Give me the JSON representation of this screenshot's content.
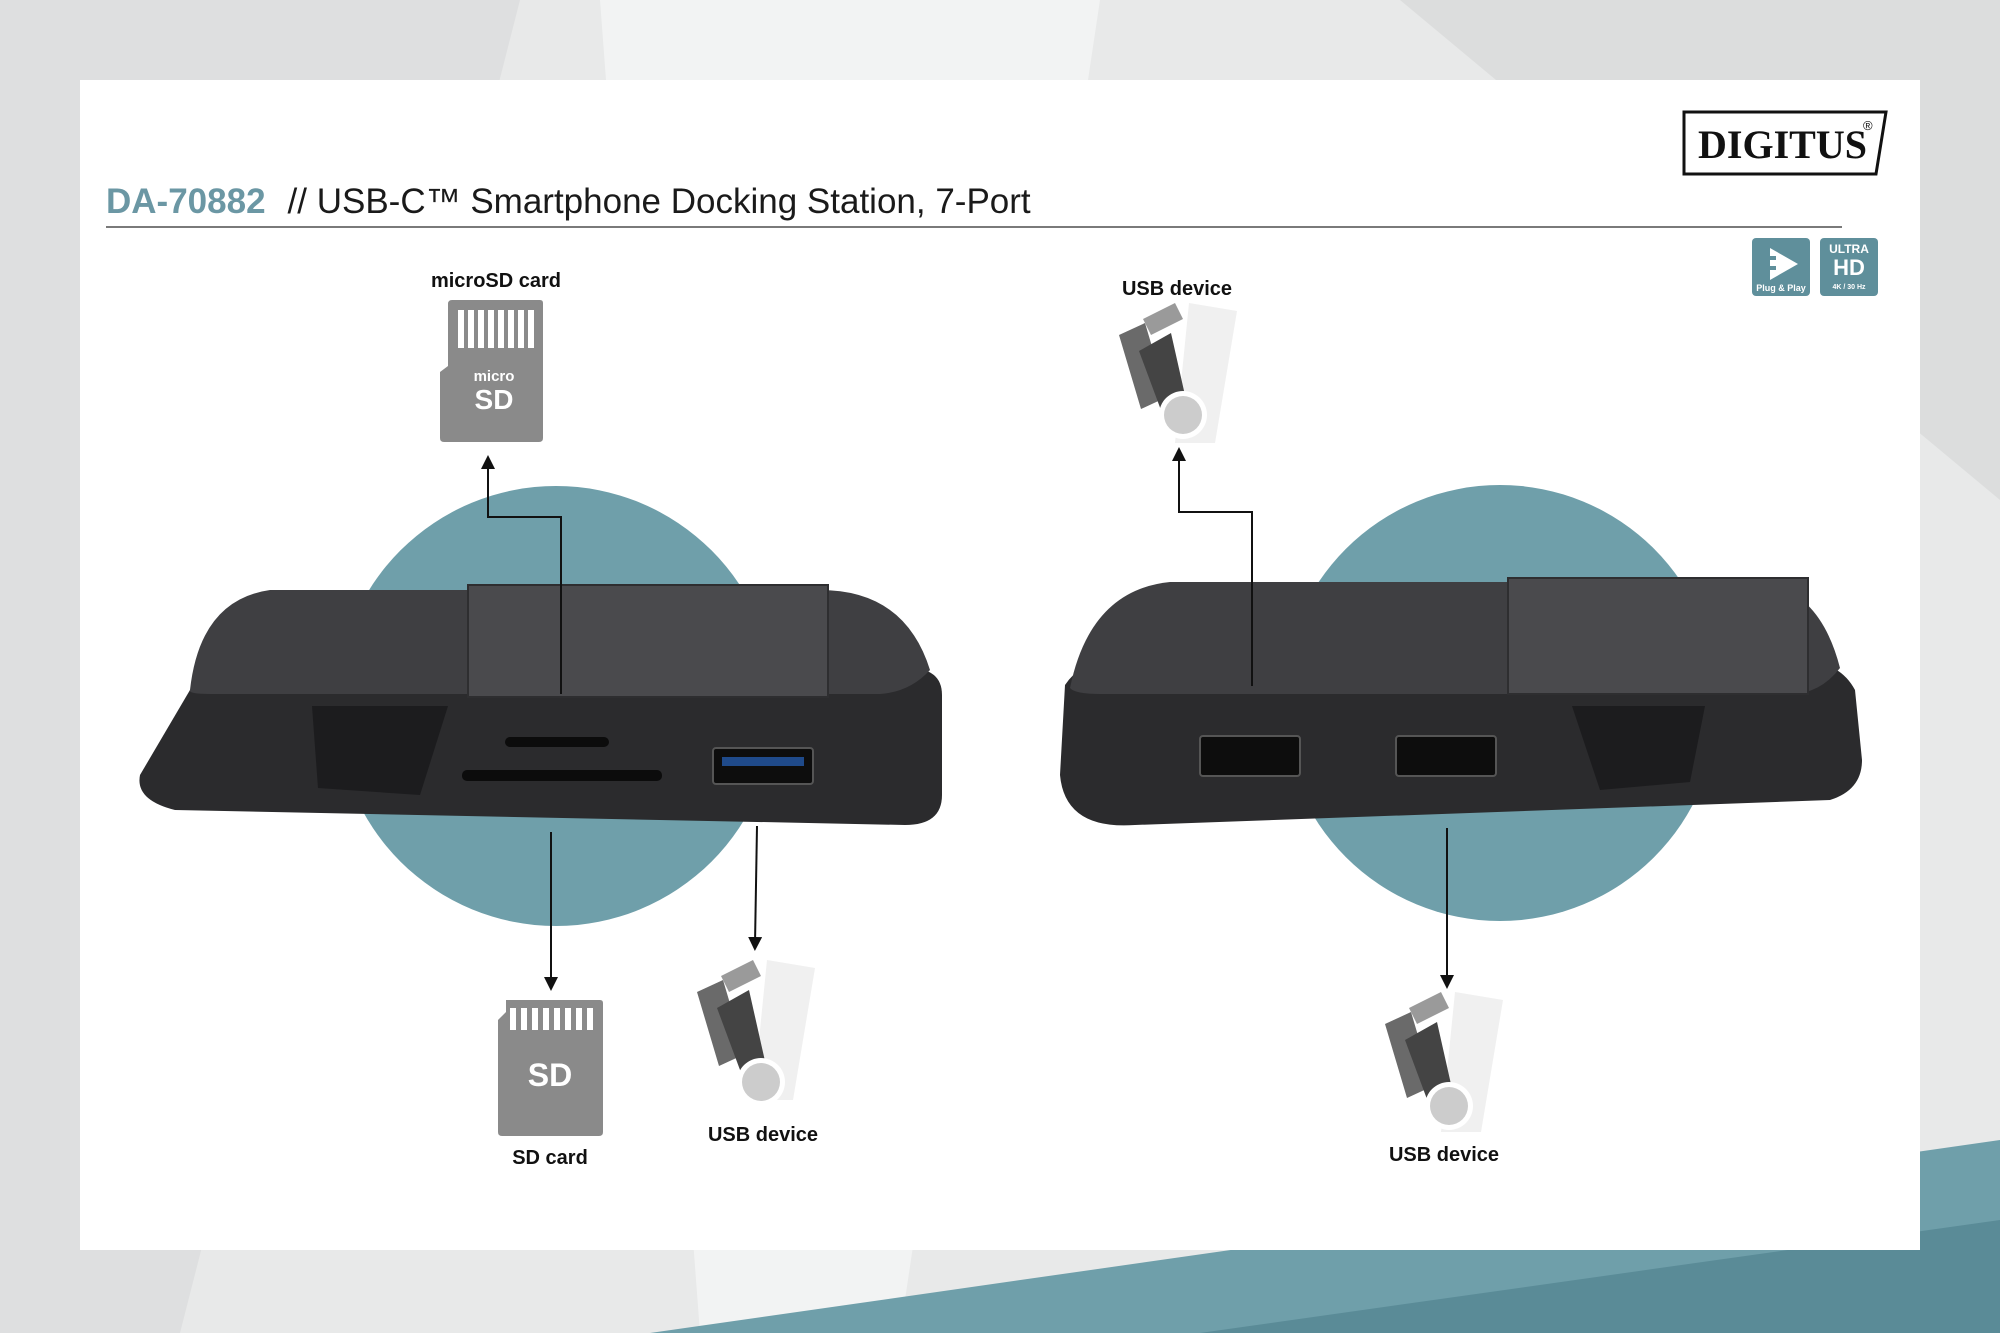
{
  "brand": {
    "name": "DIGITUS",
    "registered": "®"
  },
  "header": {
    "model": "DA-70882",
    "title": "// USB-C™ Smartphone Docking Station, 7-Port"
  },
  "badges": [
    {
      "icon": "plug-and-play-icon",
      "text": "Plug & Play"
    },
    {
      "icon": "ultra-hd-icon",
      "top": "ULTRA",
      "main": "HD",
      "sub": "4K / 30 Hz"
    }
  ],
  "callouts": {
    "microsd": "microSD card",
    "sd": "SD card",
    "usb_left": "USB device",
    "usb_right_top": "USB device",
    "usb_right_bottom": "USB device"
  },
  "card_text": {
    "micro_top": "micro",
    "micro_bottom": "SD",
    "sd": "SD"
  },
  "colors": {
    "accent": "#6b97a4",
    "device": "#2b2b2d",
    "circle": "#6f9faa",
    "card": "#8a8a8a"
  }
}
